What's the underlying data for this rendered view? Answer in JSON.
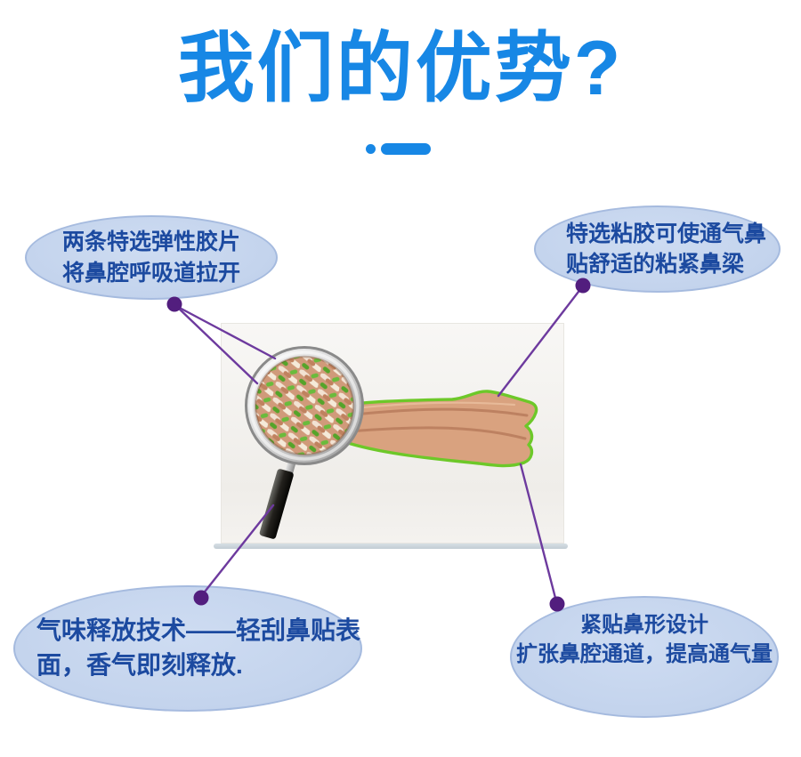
{
  "title": "我们的优势?",
  "callouts": {
    "top_left": {
      "lines": [
        "两条特选弹性胶片",
        "将鼻腔呼吸道拉开"
      ]
    },
    "top_right": {
      "lines": [
        "特选粘胶可使通气鼻",
        "贴舒适的粘紧鼻梁"
      ]
    },
    "bottom_left": {
      "lines": [
        "气味释放技术——轻刮鼻贴表",
        "面，香气即刻释放."
      ]
    },
    "bottom_right": {
      "lines": [
        "紧贴鼻形设计",
        "扩张鼻腔通道，提高通气量"
      ]
    }
  },
  "colors": {
    "accent_blue": "#1787e5",
    "bubble_fill": "#c4d4ed",
    "bubble_text": "#1c4aa0",
    "connector_line": "#6d3a9e",
    "connector_dot": "#521e7e",
    "strip_green_outline": "#6dc829",
    "strip_tan": "#d9a27f"
  }
}
